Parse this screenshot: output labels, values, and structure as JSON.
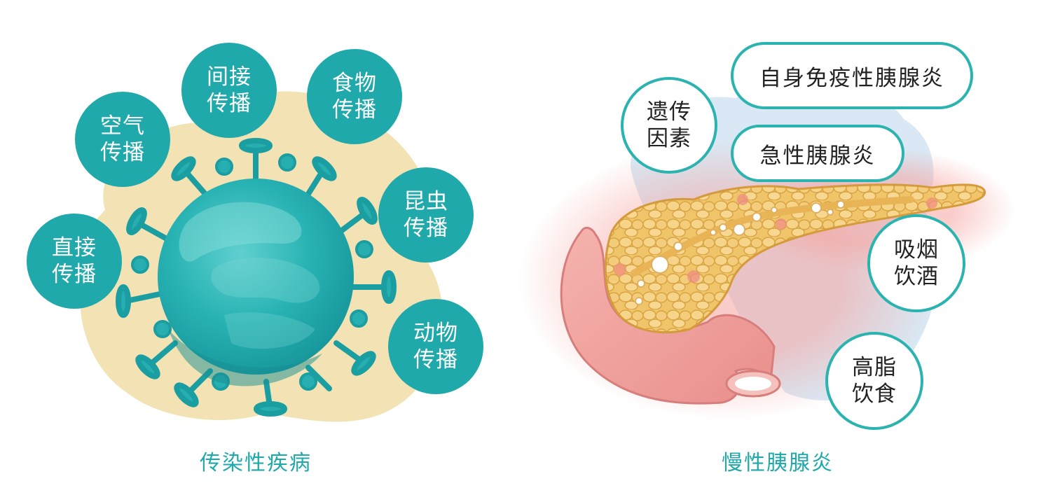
{
  "left_panel": {
    "caption": "传染性疾病",
    "bubbles": [
      {
        "line1": "直接",
        "line2": "传播"
      },
      {
        "line1": "空气",
        "line2": "传播"
      },
      {
        "line1": "间接",
        "line2": "传播"
      },
      {
        "line1": "食物",
        "line2": "传播"
      },
      {
        "line1": "昆虫",
        "line2": "传播"
      },
      {
        "line1": "动物",
        "line2": "传播"
      }
    ]
  },
  "right_panel": {
    "caption": "慢性胰腺炎",
    "pills": [
      {
        "label": "自身免疫性胰腺炎"
      },
      {
        "label": "急性胰腺炎"
      }
    ],
    "rings": [
      {
        "line1": "遗传",
        "line2": "因素"
      },
      {
        "line1": "吸烟",
        "line2": "饮酒"
      },
      {
        "line1": "高脂",
        "line2": "饮食"
      }
    ]
  },
  "colors": {
    "teal": "#1fa9ab",
    "virus_body": "#2bb8b8",
    "blob_beige": "#f3e3b4",
    "bg_light_blue": "#d9e8f4",
    "pancreas_yellow": "#eec163",
    "duodenum_pink": "#f2a6a2"
  },
  "icons": {
    "left": "virus-icon",
    "right": "pancreas-icon"
  }
}
